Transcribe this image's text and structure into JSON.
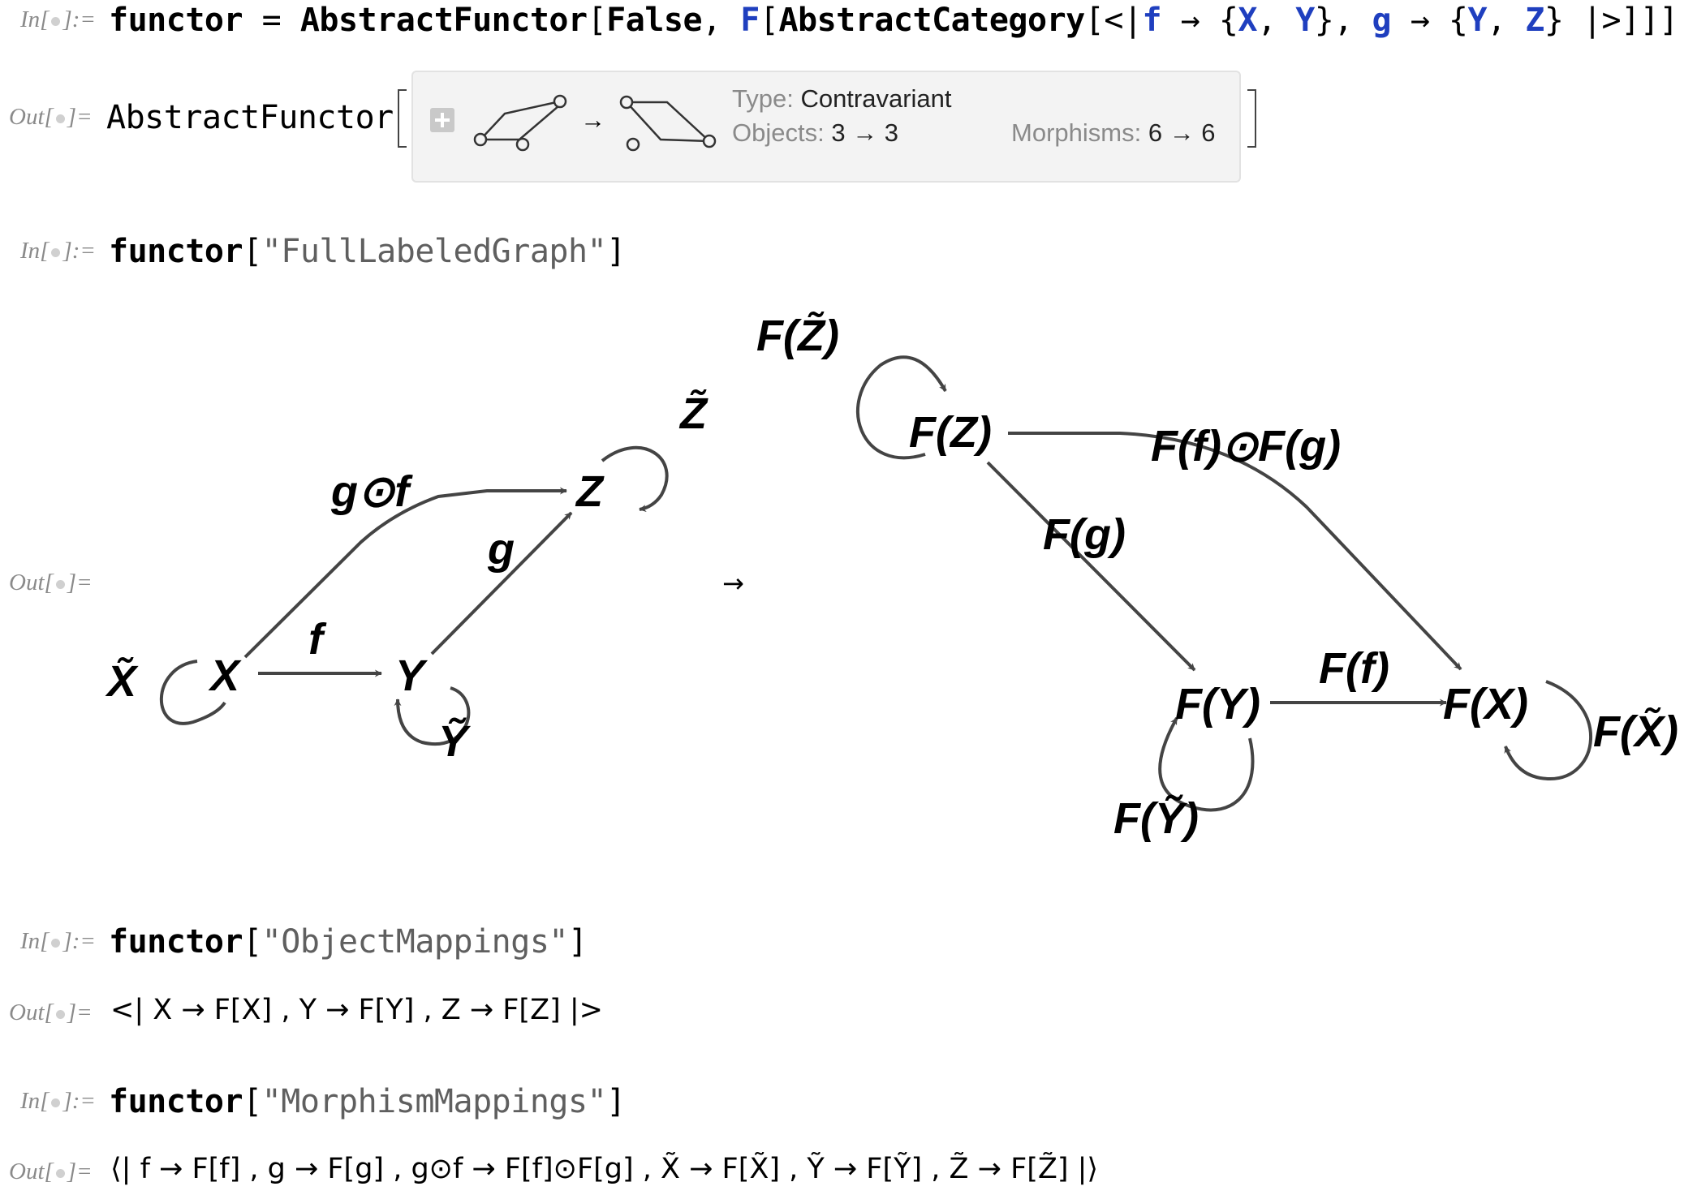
{
  "cells": {
    "in1": {
      "label": "In[",
      "label_end": "]:=",
      "code": {
        "lhs": "functor",
        "eq": " = ",
        "head": "AbstractFunctor",
        "open": "[",
        "arg1": "False",
        "comma": ", ",
        "F": "F",
        "inner_open": "[",
        "cat": "AbstractCategory",
        "assoc_open": "[<|",
        "f": "f",
        "arrow1": " → {",
        "X": "X",
        "c1": ", ",
        "Y1": "Y",
        "close1": "}, ",
        "g": "g",
        "arrow2": " → {",
        "Y2": "Y",
        "c2": ", ",
        "Z": "Z",
        "close2": "} |>]]]"
      }
    },
    "out1": {
      "label": "Out[",
      "label_end": "]=",
      "head": "AbstractFunctor",
      "summary": {
        "arrow": "→",
        "type_key": "Type: ",
        "type_val": "Contravariant",
        "objects_key": "Objects: ",
        "objects_val": "3 → 3",
        "morphisms_key": "Morphisms: ",
        "morphisms_val": "6 → 6"
      }
    },
    "in2": {
      "label": "In[",
      "label_end": "]:=",
      "lhs": "functor",
      "open": "[",
      "arg": "\"FullLabeledGraph\"",
      "close": "]"
    },
    "out2": {
      "label": "Out[",
      "label_end": "]=",
      "arrow": "→",
      "graph": {
        "left": {
          "X": "X",
          "Y": "Y",
          "Z": "Z",
          "Xt": "X̃",
          "Yt": "Ỹ",
          "Zt": "Z̃",
          "f": "f",
          "g": "g",
          "gf": "g⊙f"
        },
        "right": {
          "FX": "F(X)",
          "FY": "F(Y)",
          "FZ": "F(Z)",
          "FXt": "F(X̃)",
          "FYt": "F(Ỹ)",
          "FZt": "F(Z̃)",
          "Ff": "F(f)",
          "Fg": "F(g)",
          "FfFg": "F(f)⊙F(g)"
        }
      }
    },
    "in3": {
      "label": "In[",
      "label_end": "]:=",
      "lhs": "functor",
      "open": "[",
      "arg": "\"ObjectMappings\"",
      "close": "]"
    },
    "out3": {
      "label": "Out[",
      "label_end": "]=",
      "text": "<| X → F[X] , Y → F[Y] , Z → F[Z] |>"
    },
    "in4": {
      "label": "In[",
      "label_end": "]:=",
      "lhs": "functor",
      "open": "[",
      "arg": "\"MorphismMappings\"",
      "close": "]"
    },
    "out4": {
      "label": "Out[",
      "label_end": "]=",
      "text": "⟨| f → F[f] , g → F[g] , g⊙f → F[f]⊙F[g] , X̃ → F[X̃] , Ỹ → F[Ỹ] , Z̃ → F[Z̃] |⟩"
    }
  },
  "colors": {
    "edge": "#444444",
    "blue": "#1f3fbf",
    "label_gray": "#8a8a8a"
  }
}
